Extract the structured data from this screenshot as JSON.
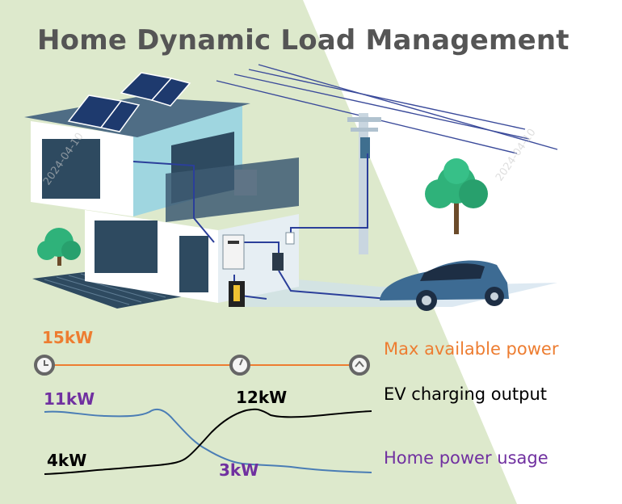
{
  "title": "Home Dynamic Load Management",
  "labels": {
    "max_power_value": "15kW",
    "home_start_value": "11kW",
    "ev_start_value": "4kW",
    "ev_end_value": "12kW",
    "home_end_value": "3kW"
  },
  "legend": {
    "max_power": "Max available power",
    "ev_output": "EV charging output",
    "home_usage": "Home power usage"
  },
  "colors": {
    "max_power": "#ed7d31",
    "ev_output": "#000000",
    "home_usage": "#7030a0",
    "home_line": "#4a7db5",
    "green_bg": "#d9e8c8"
  },
  "watermark": "2024-04-10"
}
